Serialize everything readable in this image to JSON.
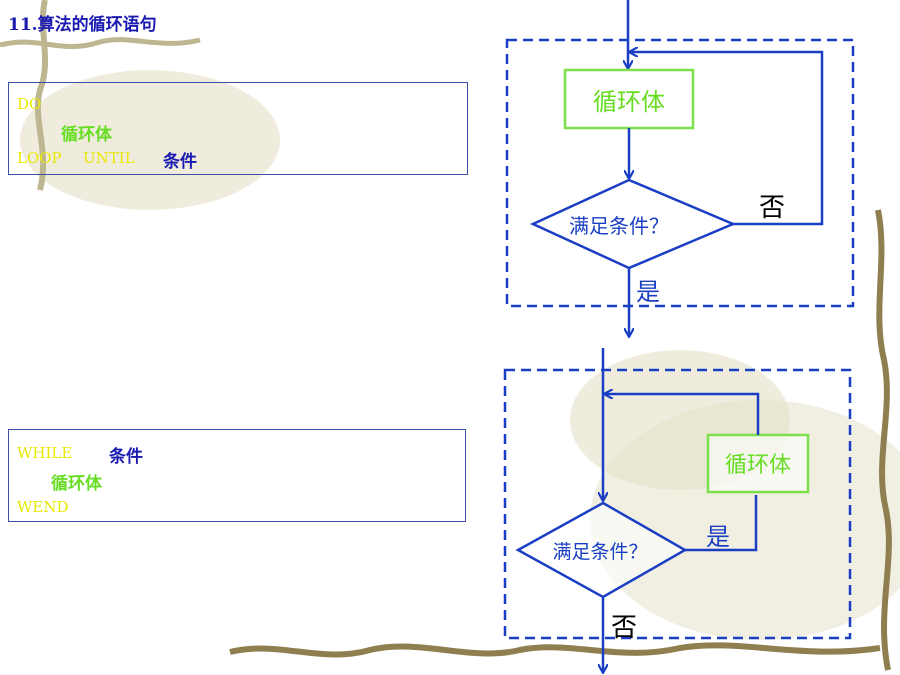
{
  "title": "11.算法的循环语句",
  "until_box": {
    "line1_kw": "DO",
    "line2_body": "循环体",
    "line3_kw1": "LOOP",
    "line3_kw2": "UNTIL",
    "line3_cond": "条件"
  },
  "while_box": {
    "line1_kw": "WHILE",
    "line1_cond": "条件",
    "line2_body": "循环体",
    "line3_kw": "WEND"
  },
  "flow1": {
    "body_label": "循环体",
    "decision_label": "满足条件？",
    "no_label": "否",
    "yes_label": "是"
  },
  "flow2": {
    "body_label": "循环体",
    "decision_label": "满足条件？",
    "yes_label": "是",
    "no_label": "否"
  },
  "colors": {
    "flow_blue": "#1a3fc4",
    "body_green": "#66dd22",
    "keyword_yellow": "#e8e800",
    "title_blue": "#1a1ab0"
  }
}
